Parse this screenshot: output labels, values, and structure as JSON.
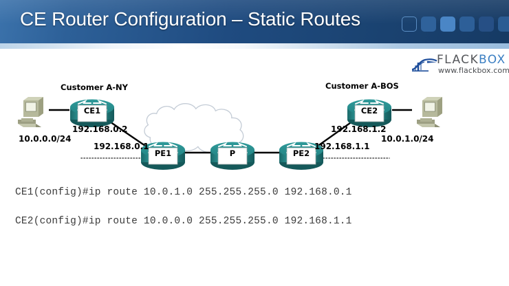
{
  "header": {
    "title": "CE Router Configuration – Static Routes",
    "accent_dark": "#163a64",
    "accent_light": "#3b72ab",
    "squares": [
      {
        "name": "square-1",
        "fill": "none",
        "border": "#5b8ec4"
      },
      {
        "name": "square-2",
        "fill": "#2f629b",
        "border": "none"
      },
      {
        "name": "square-3",
        "fill": "#4a86c6",
        "border": "none"
      },
      {
        "name": "square-4",
        "fill": "#2d5f98",
        "border": "none"
      },
      {
        "name": "square-5",
        "fill": "#264f85",
        "border": "none"
      },
      {
        "name": "square-6",
        "fill": "#2b5c93",
        "border": "none"
      }
    ]
  },
  "logo": {
    "word_1": "FLACK",
    "word_2": "BOX",
    "url": "www.flackbox.com",
    "mark_color": "#1f4f9c",
    "word_1_color": "#54565a",
    "word_2_color": "#3a7ec2"
  },
  "diagram": {
    "router_color": "#2a8c8c",
    "router_dark": "#1d6b6b",
    "pc_color": "#b5b89a",
    "link_color": "#000000",
    "cloud_stroke": "#c4ccd6",
    "nodes": [
      {
        "id": "pc-left",
        "type": "pc",
        "label": "10.0.0.0/24"
      },
      {
        "id": "ce1",
        "type": "router",
        "label": "CE1"
      },
      {
        "id": "pe1",
        "type": "router",
        "label": "PE1"
      },
      {
        "id": "p",
        "type": "router",
        "label": "P"
      },
      {
        "id": "pe2",
        "type": "router",
        "label": "PE2"
      },
      {
        "id": "ce2",
        "type": "router",
        "label": "CE2"
      },
      {
        "id": "pc-right",
        "type": "pc",
        "label": "10.0.1.0/24"
      }
    ],
    "customer_left": "Customer A-NY",
    "customer_right": "Customer A-BOS",
    "ip_ce1": "192.168.0.2",
    "ip_pe1": "192.168.0.1",
    "ip_ce2": "192.168.1.2",
    "ip_pe2": "192.168.1.1",
    "net_left": "10.0.0.0/24",
    "net_right": "10.0.1.0/24"
  },
  "config": {
    "line_1": "CE1(config)#ip route 10.0.1.0 255.255.255.0 192.168.0.1",
    "line_2": "CE2(config)#ip route 10.0.0.0 255.255.255.0 192.168.1.1"
  }
}
